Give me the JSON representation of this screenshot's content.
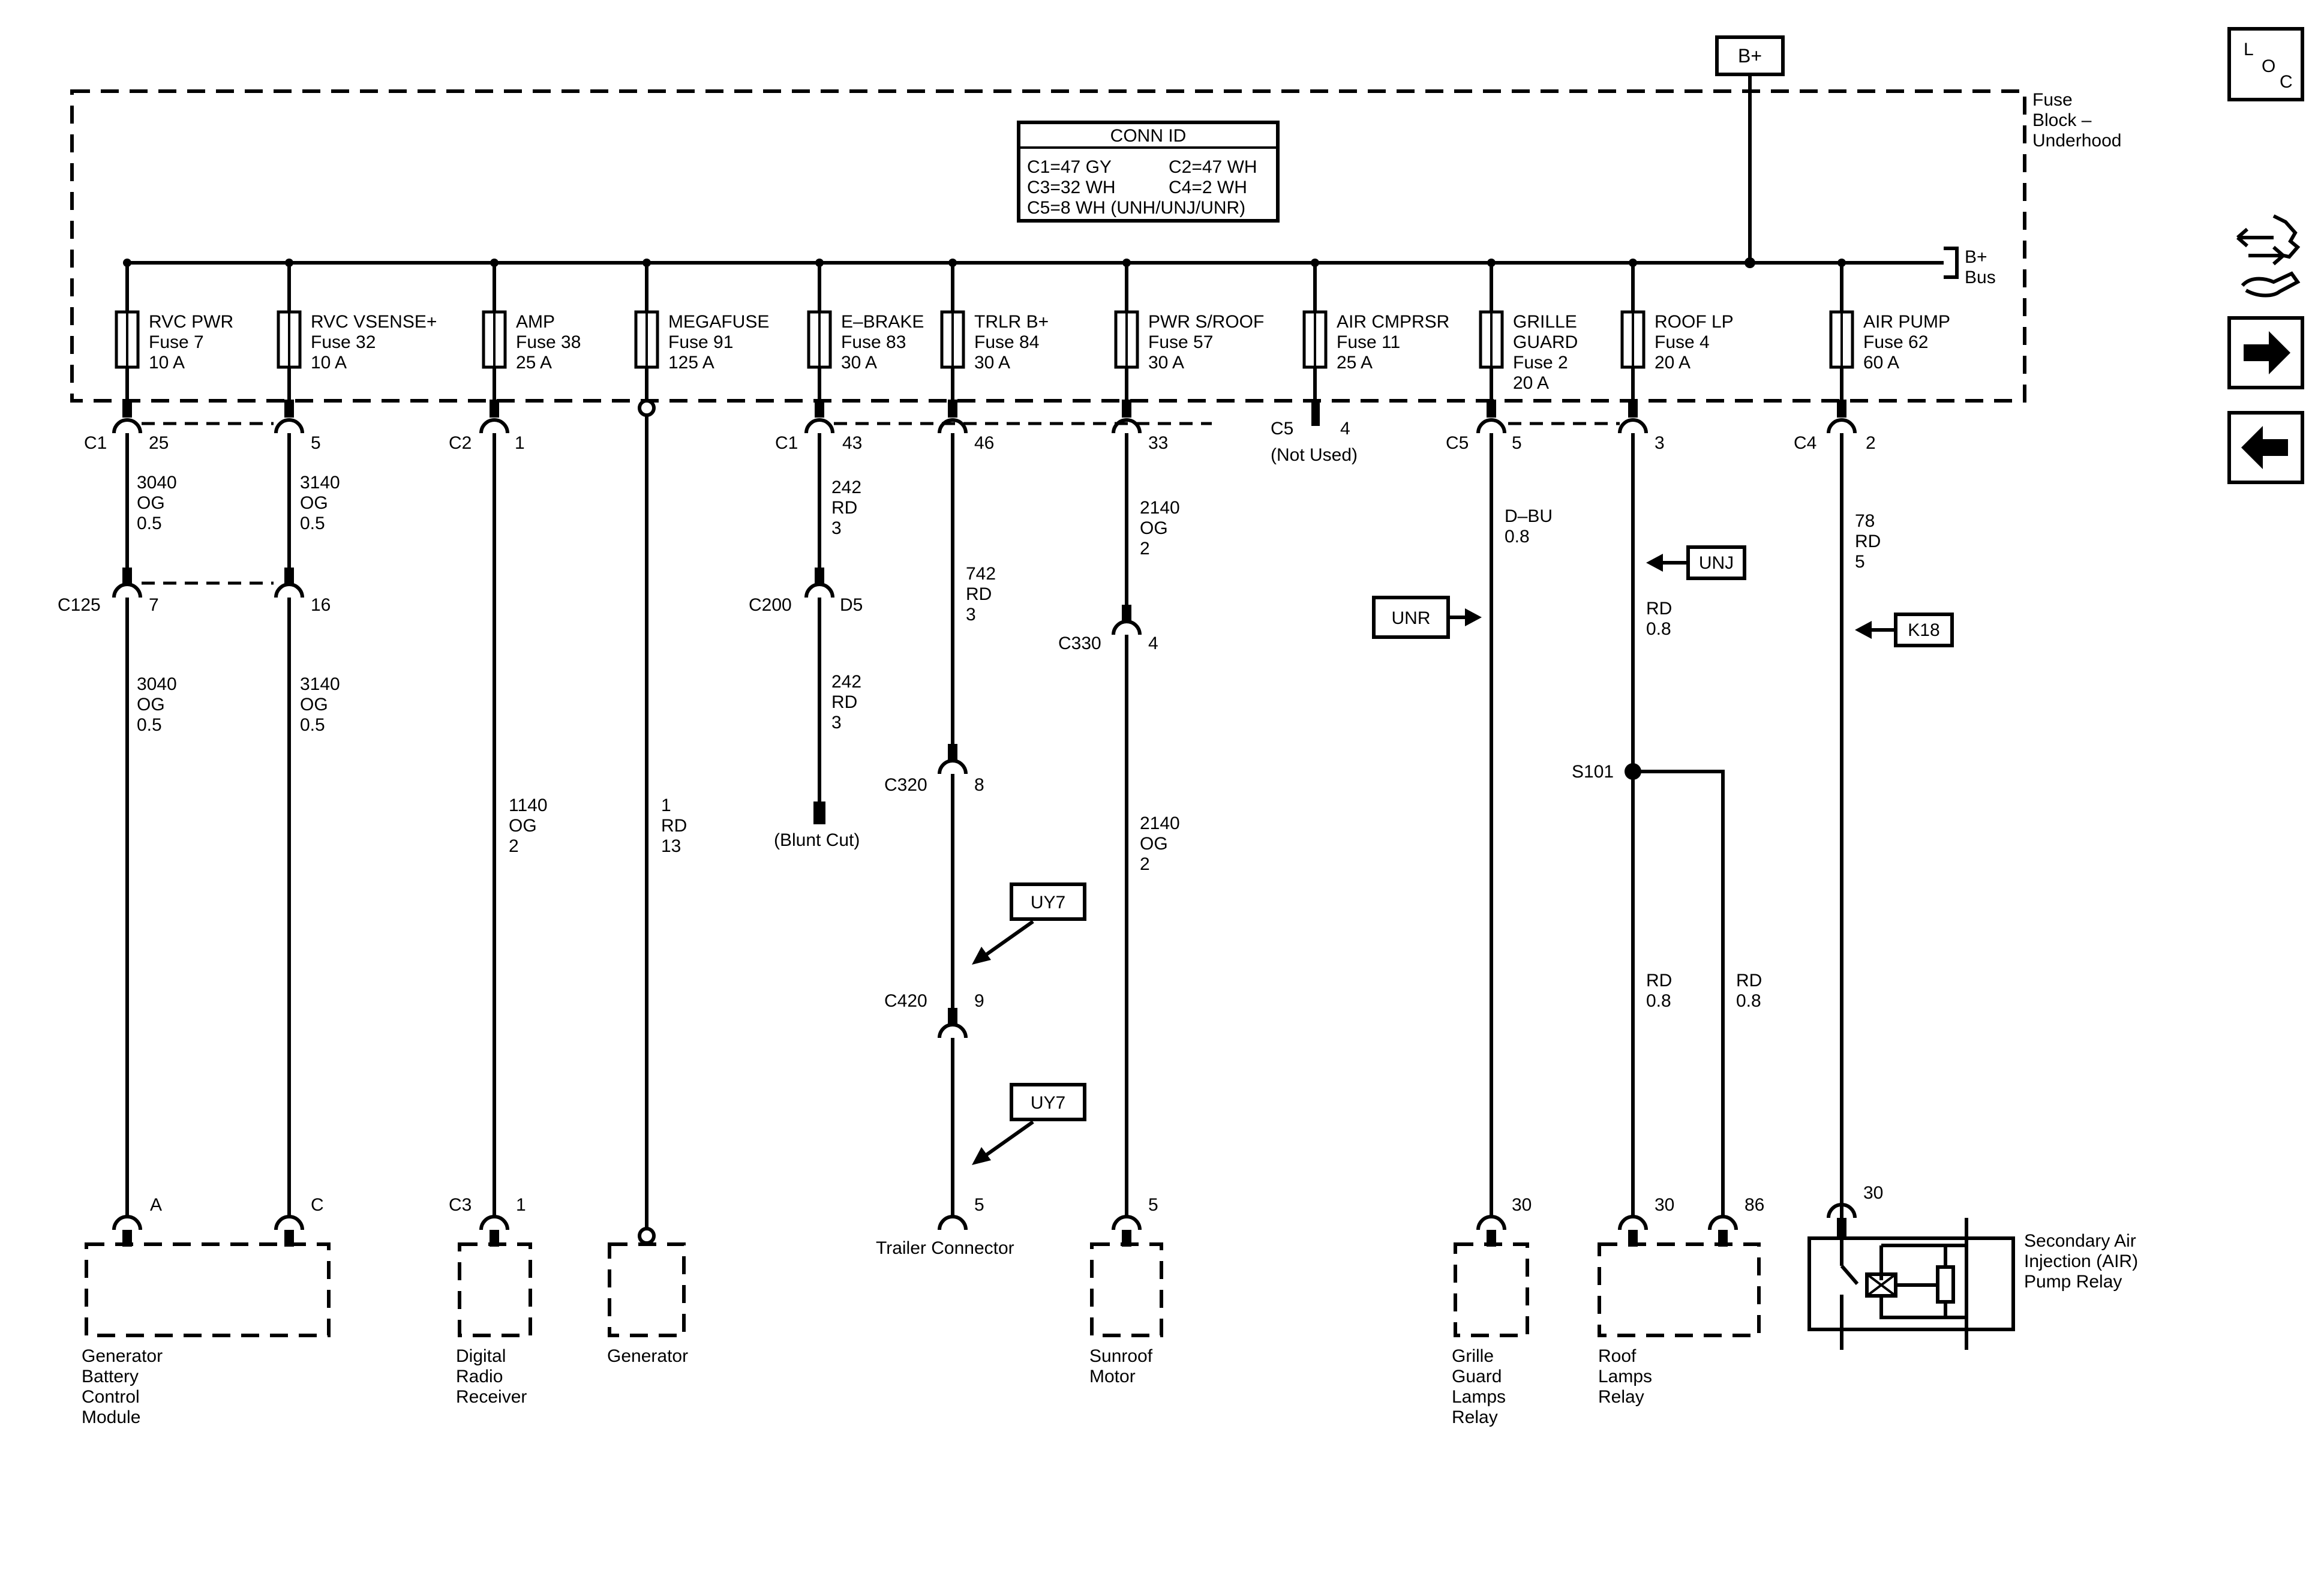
{
  "header": {
    "bplus": "B+"
  },
  "fuse_block": {
    "label_lines": [
      "Fuse",
      "Block –",
      "Underhood"
    ],
    "bus_lines": [
      "B+",
      "Bus"
    ]
  },
  "conn_id": {
    "title": "CONN ID",
    "lines": [
      "C1=47 GY",
      "C2=47 WH",
      "C3=32 WH",
      "C4=2 WH",
      "C5=8 WH (UNH/UNJ/UNR)"
    ]
  },
  "fuses": [
    {
      "name": "RVC PWR",
      "fuse": "Fuse 7",
      "rating": "10 A"
    },
    {
      "name": "RVC VSENSE+",
      "fuse": "Fuse 32",
      "rating": "10 A"
    },
    {
      "name": "AMP",
      "fuse": "Fuse 38",
      "rating": "25 A"
    },
    {
      "name": "MEGAFUSE",
      "fuse": "Fuse 91",
      "rating": "125 A"
    },
    {
      "name": "E–BRAKE",
      "fuse": "Fuse 83",
      "rating": "30 A"
    },
    {
      "name": "TRLR B+",
      "fuse": "Fuse 84",
      "rating": "30 A"
    },
    {
      "name": "PWR S/ROOF",
      "fuse": "Fuse 57",
      "rating": "30 A"
    },
    {
      "name": "AIR CMPRSR",
      "fuse": "Fuse 11",
      "rating": "25 A"
    },
    {
      "name": "GRILLE",
      "name2": "GUARD",
      "fuse": "Fuse 2",
      "rating": "20 A"
    },
    {
      "name": "ROOF LP",
      "fuse": "Fuse 4",
      "rating": "20 A"
    },
    {
      "name": "AIR PUMP",
      "fuse": "Fuse 62",
      "rating": "60 A"
    }
  ],
  "connectors": {
    "c1": "C1",
    "c2": "C2",
    "c5": "C5",
    "c4": "C4",
    "c125": "C125",
    "c200": "C200",
    "c320": "C320",
    "c330": "C330",
    "c420": "C420",
    "c3": "C3",
    "c5_top": "C5",
    "not_used": "(Not Used)",
    "blunt_cut": "(Blunt Cut)",
    "s101": "S101"
  },
  "pins": {
    "p25": "25",
    "p5a": "5",
    "p1": "1",
    "p43": "43",
    "p46": "46",
    "p33": "33",
    "p4": "4",
    "p5b": "5",
    "p3": "3",
    "p2": "2",
    "p7": "7",
    "p16": "16",
    "pd5": "D5",
    "p4b": "4",
    "p8": "8",
    "p9": "9",
    "pA": "A",
    "pC": "C",
    "p1b": "1",
    "p5c": "5",
    "p5d": "5",
    "p30a": "30",
    "p30b": "30",
    "p86": "86",
    "p30c": "30"
  },
  "wires": {
    "w3040a": [
      "3040",
      "OG",
      "0.5"
    ],
    "w3140a": [
      "3140",
      "OG",
      "0.5"
    ],
    "w3040b": [
      "3040",
      "OG",
      "0.5"
    ],
    "w3140b": [
      "3140",
      "OG",
      "0.5"
    ],
    "w1140": [
      "1140",
      "OG",
      "2"
    ],
    "w1": [
      "1",
      "RD",
      "13"
    ],
    "w242a": [
      "242",
      "RD",
      "3"
    ],
    "w242b": [
      "242",
      "RD",
      "3"
    ],
    "w742": [
      "742",
      "RD",
      "3"
    ],
    "w2140a": [
      "2140",
      "OG",
      "2"
    ],
    "w2140b": [
      "2140",
      "OG",
      "2"
    ],
    "wdbu": [
      "D–BU",
      "0.8"
    ],
    "wrd1": [
      "RD",
      "0.8"
    ],
    "wrd2": [
      "RD",
      "0.8"
    ],
    "wrd3": [
      "RD",
      "0.8"
    ],
    "w78": [
      "78",
      "RD",
      "5"
    ]
  },
  "options": {
    "unj": "UNJ",
    "unr": "UNR",
    "k18": "K18",
    "uy7a": "UY7",
    "uy7b": "UY7"
  },
  "components": {
    "gbcm": [
      "Generator",
      "Battery",
      "Control",
      "Module"
    ],
    "drr": [
      "Digital",
      "Radio",
      "Receiver"
    ],
    "gen": [
      "Generator"
    ],
    "trailer": [
      "Trailer Connector"
    ],
    "sunroof": [
      "Sunroof",
      "Motor"
    ],
    "grille": [
      "Grille",
      "Guard",
      "Lamps",
      "Relay"
    ],
    "roof": [
      "Roof",
      "Lamps",
      "Relay"
    ],
    "air": [
      "Secondary Air",
      "Injection (AIR)",
      "Pump Relay"
    ]
  },
  "nav": {
    "loc_l": "L",
    "loc_o": "O",
    "loc_c": "C"
  }
}
